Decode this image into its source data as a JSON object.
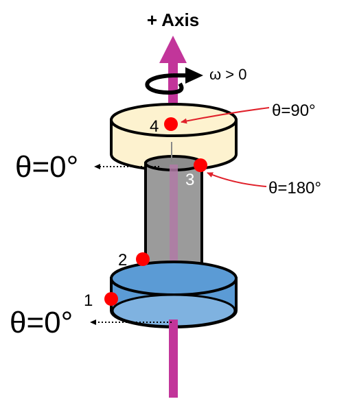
{
  "axis": {
    "title": "+ Axis",
    "color": "#c2359a"
  },
  "rotation": {
    "label": "ω > 0"
  },
  "discs": {
    "top_color": "#fdf2cf",
    "bottom_color": "#5b9bd5",
    "bottom_face_color": "#7fb2e0",
    "shaft_color": "#9b9b9b"
  },
  "angle_labels": {
    "top_left": "θ=0°",
    "bottom_left": "θ=0°",
    "right_90": "θ=90°",
    "right_180": "θ=180°"
  },
  "points": [
    {
      "id": "1",
      "label": "1"
    },
    {
      "id": "2",
      "label": "2"
    },
    {
      "id": "3",
      "label": "3"
    },
    {
      "id": "4",
      "label": "4"
    }
  ],
  "colors": {
    "point": "#ff0000",
    "callout": "#e0202a",
    "outline": "#000000"
  }
}
